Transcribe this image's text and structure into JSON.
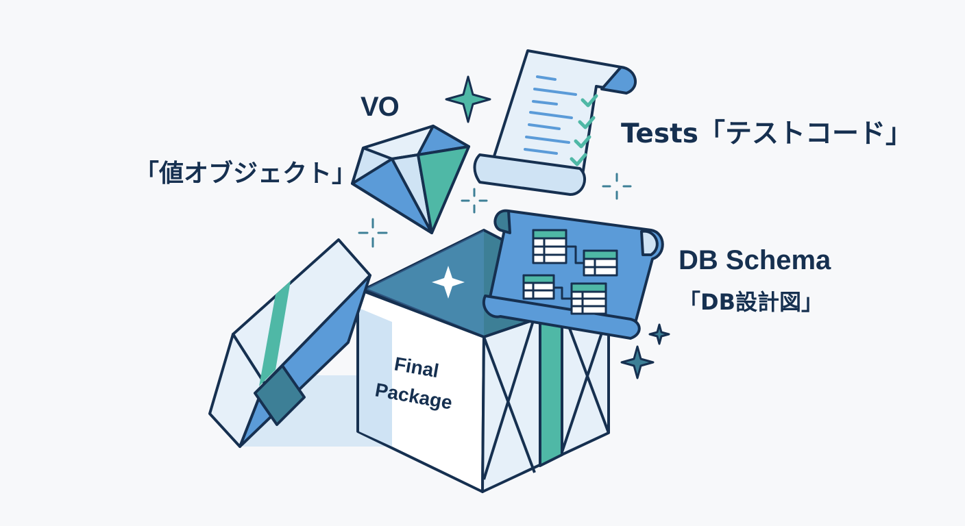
{
  "labels": {
    "vo_title": "VO",
    "vo_subtitle": "「値オブジェクト」",
    "tests": "Tests「テストコード」",
    "db_title": "DB Schema",
    "db_subtitle": "「DB設計図」",
    "box_line1": "Final",
    "box_line2": "Package"
  },
  "icons": {
    "gem": "gem-icon",
    "scroll": "code-scroll-icon",
    "blueprint": "db-blueprint-icon",
    "box": "open-box-icon",
    "sparkle": "sparkle-icon"
  },
  "colors": {
    "background": "#f7f8fa",
    "outline": "#163050",
    "blue": "#5b9bd8",
    "light_blue": "#cfe3f4",
    "pale_blue": "#e6f0f9",
    "teal": "#4fb8a6",
    "dark_teal": "#3d7f96",
    "text": "#163050"
  }
}
